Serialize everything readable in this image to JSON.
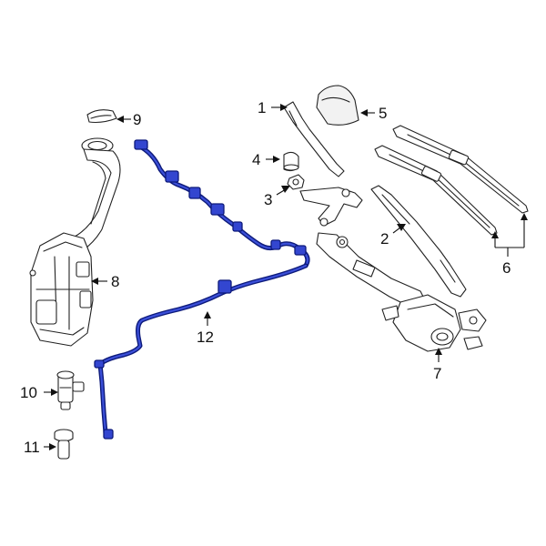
{
  "diagram": {
    "callouts": [
      {
        "id": "1",
        "label": "1"
      },
      {
        "id": "2",
        "label": "2"
      },
      {
        "id": "3",
        "label": "3"
      },
      {
        "id": "4",
        "label": "4"
      },
      {
        "id": "5",
        "label": "5"
      },
      {
        "id": "6",
        "label": "6"
      },
      {
        "id": "7",
        "label": "7"
      },
      {
        "id": "8",
        "label": "8"
      },
      {
        "id": "9",
        "label": "9"
      },
      {
        "id": "10",
        "label": "10"
      },
      {
        "id": "11",
        "label": "11"
      },
      {
        "id": "12",
        "label": "12"
      }
    ],
    "colors": {
      "highlight_part": "#2a3fc9",
      "highlight_part_dark": "#0d1a7a",
      "line_art": "#222222",
      "background": "#ffffff"
    },
    "highlighted_callout": "12"
  }
}
